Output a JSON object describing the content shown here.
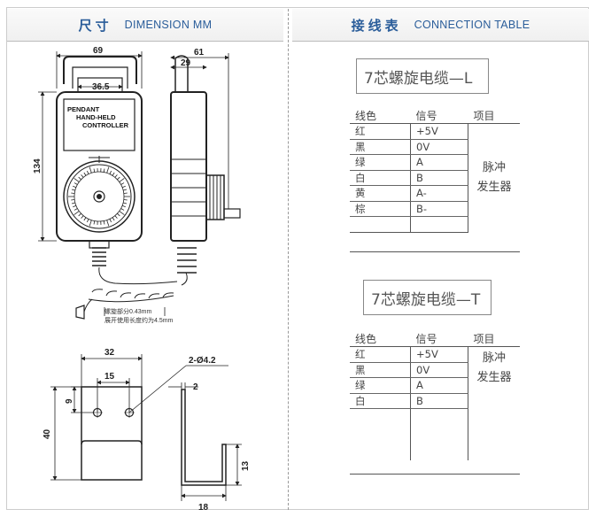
{
  "header": {
    "dimension": {
      "cn": "尺寸",
      "en": "DIMENSION  MM"
    },
    "connection": {
      "cn": "接线表",
      "en": "CONNECTION TABLE"
    }
  },
  "drawing": {
    "dims": {
      "width_69": "69",
      "label_36_5": "36.5",
      "depth_61": "61",
      "depth_29": "29",
      "height_134": "134",
      "bracket_32": "32",
      "bracket_15": "15",
      "bracket_9": "9",
      "bracket_40": "40",
      "holes": "2-Ø4.2",
      "thick_2": "2",
      "leg_13": "13",
      "base_18": "18"
    },
    "pendant_label": [
      "PENDANT",
      "HAND-HELD",
      "CONTROLLER"
    ],
    "cable_note_1": "螺旋部分0.43mm",
    "cable_note_2": "展开使用长度约为4.5mm"
  },
  "tables": [
    {
      "title": "7芯螺旋电缆—L",
      "headers": [
        "线色",
        "信号",
        "项目"
      ],
      "rows": [
        [
          "红",
          "+5V"
        ],
        [
          "黑",
          "0V"
        ],
        [
          "绿",
          "A"
        ],
        [
          "白",
          "B"
        ],
        [
          "黄",
          "A-"
        ],
        [
          "棕",
          "B-"
        ],
        [
          "",
          ""
        ]
      ],
      "item": [
        "脉冲",
        "发生器"
      ]
    },
    {
      "title": "7芯螺旋电缆—T",
      "headers": [
        "线色",
        "信号",
        "项目"
      ],
      "rows": [
        [
          "红",
          "+5V"
        ],
        [
          "黑",
          "0V"
        ],
        [
          "绿",
          "A"
        ],
        [
          "白",
          "B"
        ],
        [
          "",
          ""
        ],
        [
          "",
          ""
        ]
      ],
      "item": [
        "脉冲",
        "发生器"
      ]
    }
  ]
}
